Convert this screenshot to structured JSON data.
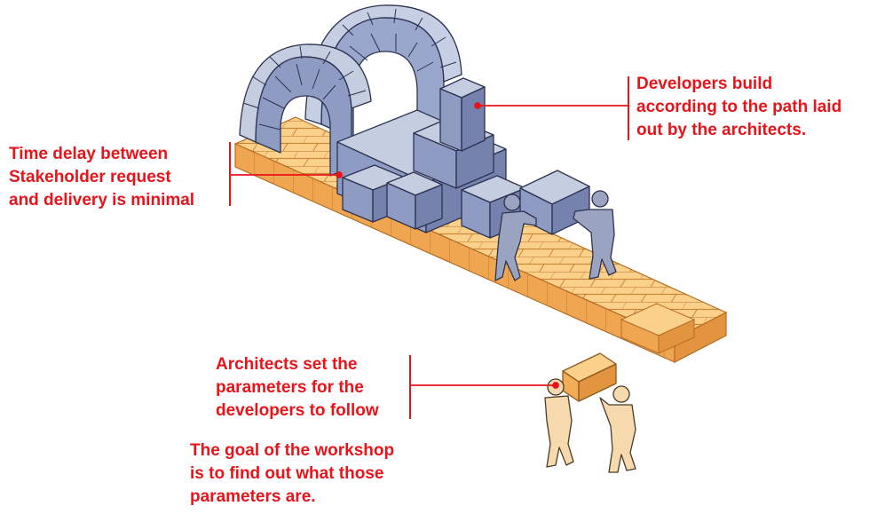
{
  "annotations": {
    "developers": {
      "lines": [
        "Developers build",
        "according to the path laid",
        "out by the architects."
      ]
    },
    "time_delay": {
      "lines": [
        "Time delay between",
        "Stakeholder request",
        "and delivery is minimal"
      ]
    },
    "architects": {
      "lines": [
        "Architects set the",
        "parameters for the",
        "developers to follow"
      ]
    },
    "goal": {
      "lines": [
        "The goal of the workshop",
        "is to find out what those",
        "parameters are."
      ]
    }
  },
  "colors": {
    "annotation": "#e8141b",
    "stone_top": "#c5cde0",
    "stone_left": "#8e9cc4",
    "stone_right": "#7482ad",
    "brick_top": "#fbd08a",
    "brick_left": "#f3ad56",
    "brick_right": "#e2953e",
    "figure_blue": "#9aa3bf",
    "figure_tan": "#f6d9ad"
  },
  "illustration_elements": [
    "stone-arch-icon",
    "stone-blocks-icon",
    "brick-path-icon",
    "developer-figure-icon",
    "architect-figure-icon",
    "parameter-block-icon"
  ]
}
